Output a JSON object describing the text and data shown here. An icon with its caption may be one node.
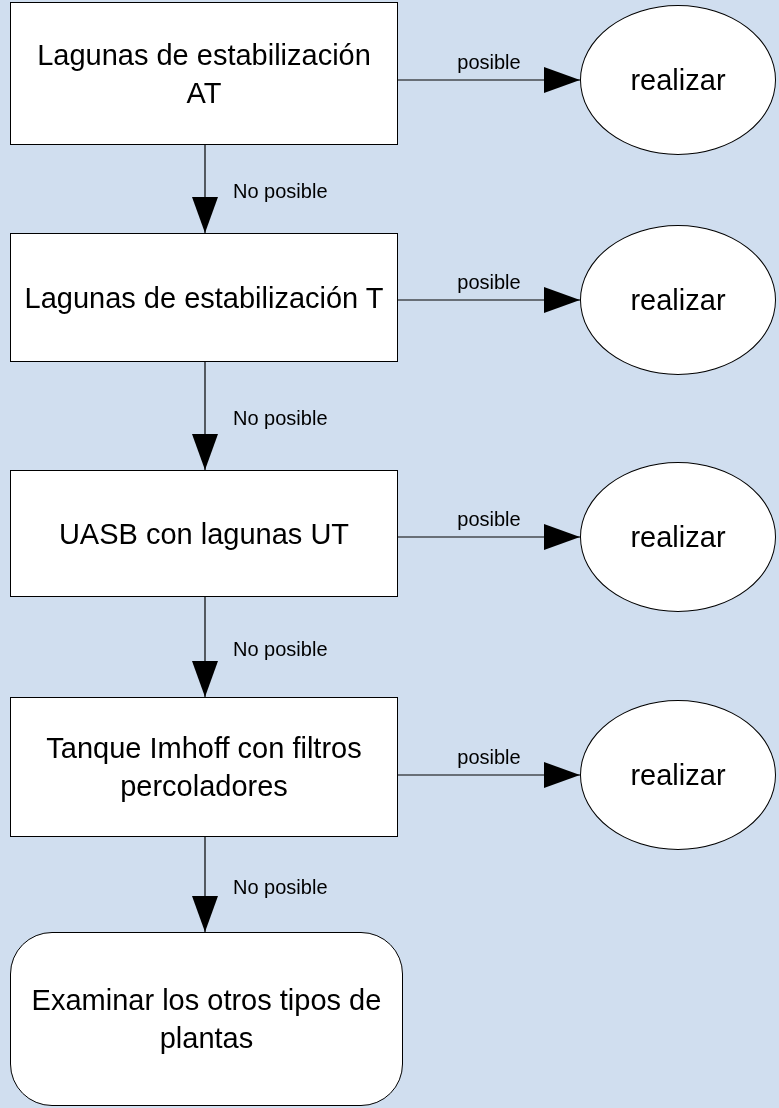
{
  "diagram": {
    "nodes": [
      {
        "text": [
          "Lagunas de estabilización AT"
        ]
      },
      {
        "text": [
          "realizar"
        ]
      },
      {
        "text": [
          "Lagunas de estabilización T"
        ]
      },
      {
        "text": [
          "realizar"
        ]
      },
      {
        "text": [
          "UASB con lagunas UT"
        ]
      },
      {
        "text": [
          "realizar"
        ]
      },
      {
        "text": [
          "Tanque Imhoff con filtros percoladores"
        ]
      },
      {
        "text": [
          "realizar"
        ]
      },
      {
        "text": [
          "Examinar los otros tipos de plantas"
        ]
      }
    ],
    "edges": [
      {
        "from": 0,
        "to": 1,
        "arrow": "to",
        "label": "posible"
      },
      {
        "from": 0,
        "to": 2,
        "arrow": "to",
        "label": "No posible"
      },
      {
        "from": 2,
        "to": 3,
        "arrow": "to",
        "label": "posible"
      },
      {
        "from": 2,
        "to": 4,
        "arrow": "to",
        "label": "No posible"
      },
      {
        "from": 4,
        "to": 5,
        "arrow": "to",
        "label": "posible"
      },
      {
        "from": 4,
        "to": 6,
        "arrow": "to",
        "label": "No posible"
      },
      {
        "from": 6,
        "to": 7,
        "arrow": "to",
        "label": "posible"
      },
      {
        "from": 6,
        "to": 8,
        "arrow": "to",
        "label": "No posible"
      }
    ]
  }
}
